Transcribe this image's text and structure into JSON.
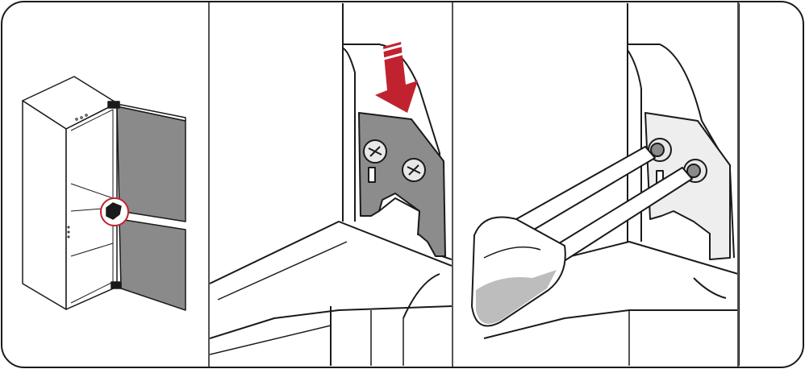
{
  "figure": {
    "panels": [
      {
        "id": "fridge-overview"
      },
      {
        "id": "hinge-bracket-insert"
      },
      {
        "id": "hinge-screw-tighten"
      }
    ]
  },
  "colors": {
    "line": "#1a1a1a",
    "door_fill": "#8a8a8a",
    "bracket_fill": "#8c8c8c",
    "bracket_light": "#e8e8e8",
    "arrow": "#c0232f",
    "highlight_circle": "#c0232f",
    "background": "#ffffff"
  }
}
